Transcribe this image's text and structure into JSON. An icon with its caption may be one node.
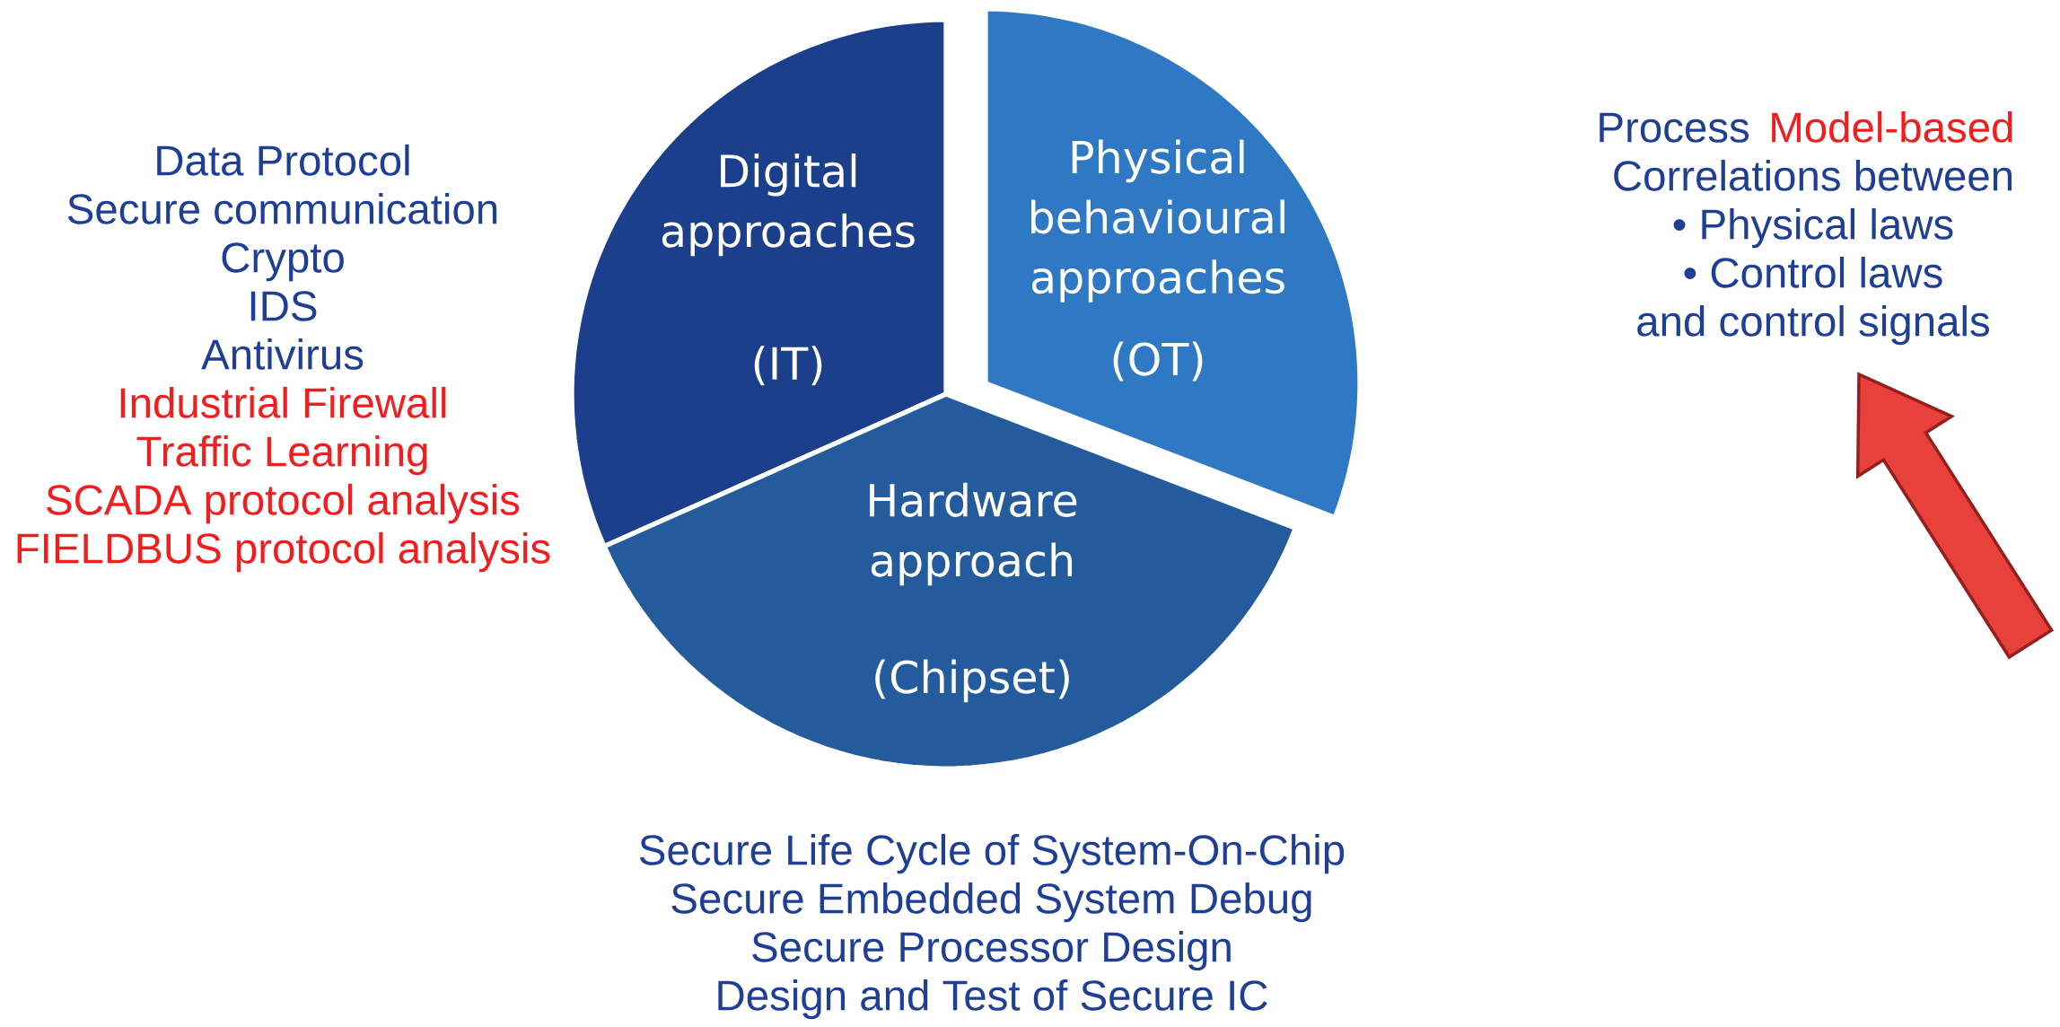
{
  "diagram": {
    "nodes": [
      {
        "text": [
          "Digital approaches",
          "(IT)"
        ]
      },
      {
        "text": [
          "Physical behavioural approaches",
          "(OT)"
        ]
      },
      {
        "text": [
          "Hardware approach",
          "(Chipset)"
        ]
      }
    ],
    "edges": [],
    "labels": [
      "Data Protocol",
      "Secure communication",
      "Crypto",
      "IDS",
      "Antivirus",
      "Industrial Firewall",
      "Traffic Learning",
      "SCADA protocol analysis",
      "FIELDBUS protocol analysis",
      "Process",
      "Model-based",
      "Correlations between",
      "• Physical laws",
      "• Control laws",
      "and control signals",
      "Secure Life Cycle of System-On-Chip",
      "Secure Embedded System Debug",
      "Secure Processor Design",
      "Design and Test of Secure IC"
    ]
  }
}
